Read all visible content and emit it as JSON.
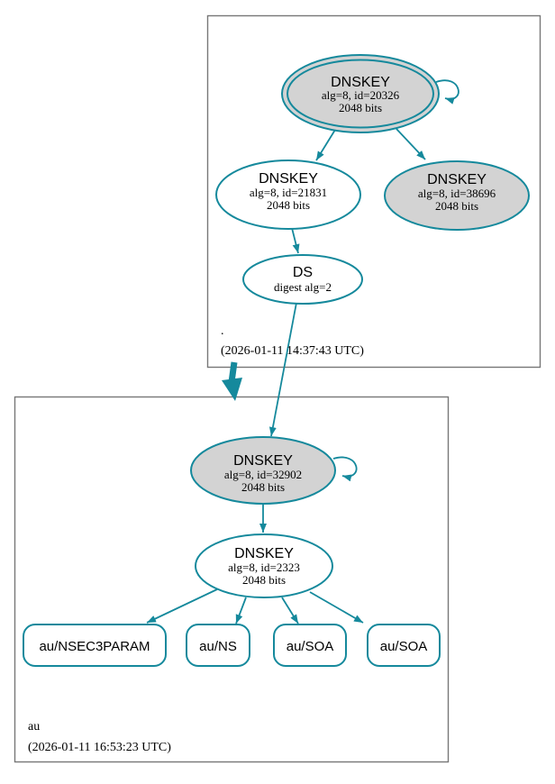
{
  "colors": {
    "edge_teal": "#15899c",
    "node_fill_gray": "#d3d3d3",
    "node_fill_white": "#ffffff",
    "box_border_gray": "#777777",
    "text_black": "#000000"
  },
  "root_zone": {
    "name": ".",
    "timestamp": "(2026-01-11 14:37:43 UTC)",
    "ksk": {
      "title": "DNSKEY",
      "alg": "alg=8, id=20326",
      "bits": "2048 bits"
    },
    "zsk": {
      "title": "DNSKEY",
      "alg": "alg=8, id=21831",
      "bits": "2048 bits"
    },
    "key2": {
      "title": "DNSKEY",
      "alg": "alg=8, id=38696",
      "bits": "2048 bits"
    },
    "ds": {
      "title": "DS",
      "digest": "digest alg=2"
    }
  },
  "au_zone": {
    "name": "au",
    "timestamp": "(2026-01-11 16:53:23 UTC)",
    "ksk": {
      "title": "DNSKEY",
      "alg": "alg=8, id=32902",
      "bits": "2048 bits"
    },
    "zsk": {
      "title": "DNSKEY",
      "alg": "alg=8, id=2323",
      "bits": "2048 bits"
    },
    "rrsets": [
      "au/NSEC3PARAM",
      "au/NS",
      "au/SOA",
      "au/SOA"
    ]
  }
}
